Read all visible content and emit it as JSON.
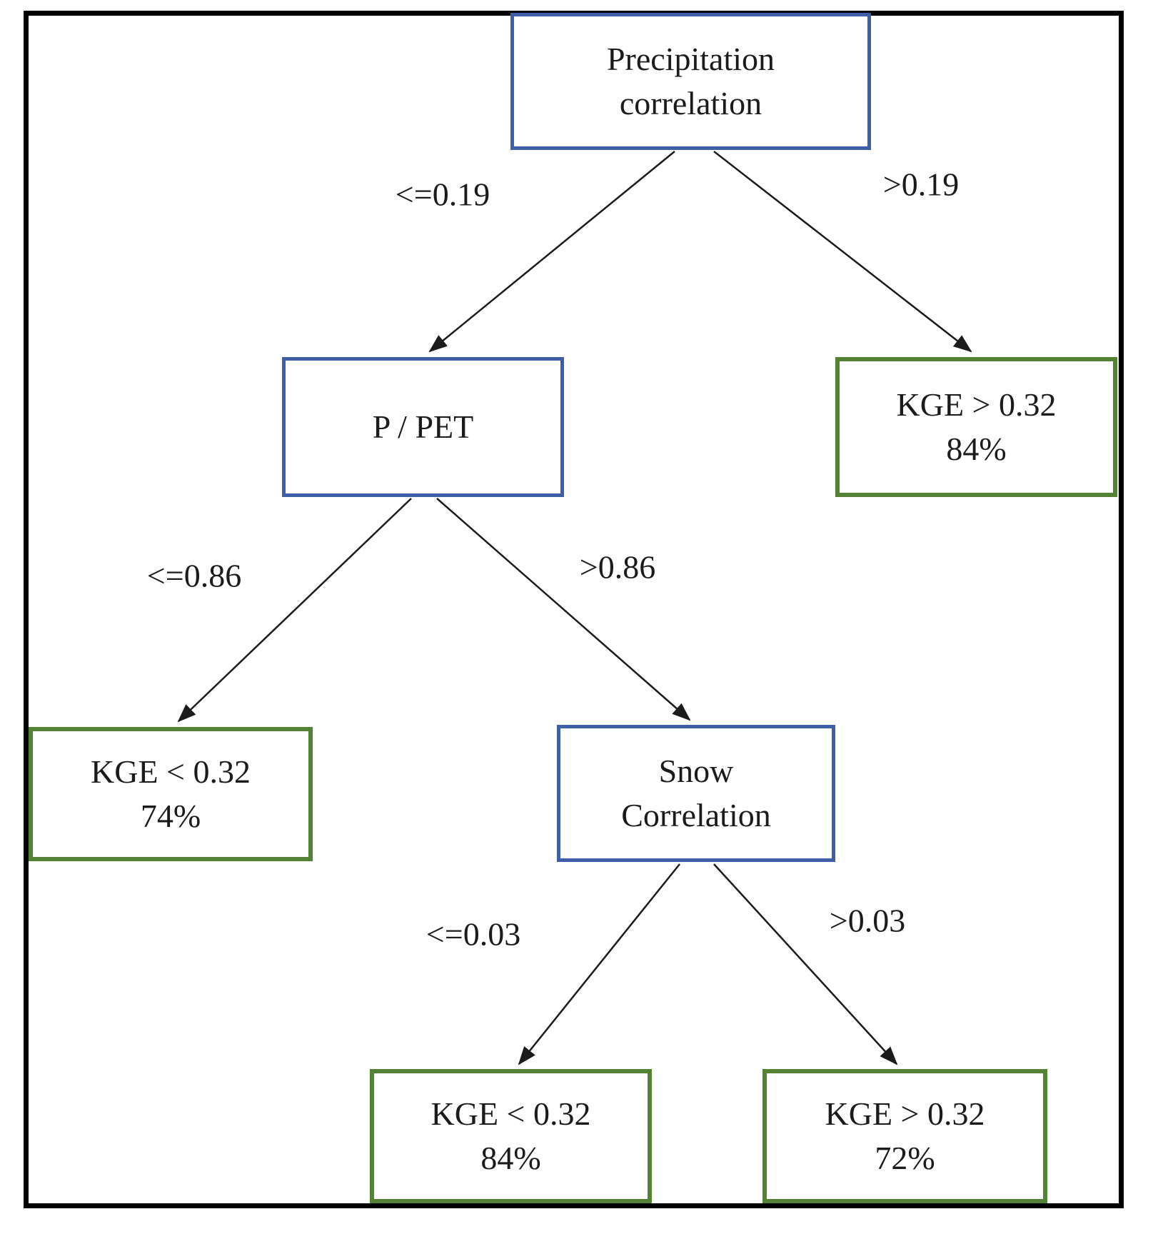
{
  "figure": {
    "type": "decision-tree-diagram",
    "background": "#ffffff",
    "frame_color": "#000000",
    "arrow_color": "#1b1b1b",
    "node_styles": {
      "decision_border_color": "#3e5fa8",
      "leaf_border_color": "#548235",
      "fill": "#ffffff",
      "text_color": "#1b1b1b"
    },
    "nodes": {
      "root": {
        "text": "Precipitation\ncorrelation",
        "kind": "decision"
      },
      "p_pet": {
        "text": "P / PET",
        "kind": "decision"
      },
      "kge_gt_032_84": {
        "text": "KGE > 0.32\n84%",
        "kind": "leaf"
      },
      "kge_lt_032_74": {
        "text": "KGE < 0.32\n74%",
        "kind": "leaf"
      },
      "snow": {
        "text": "Snow\nCorrelation",
        "kind": "decision"
      },
      "kge_lt_032_84": {
        "text": "KGE < 0.32\n84%",
        "kind": "leaf"
      },
      "kge_gt_032_72": {
        "text": "KGE > 0.32\n72%",
        "kind": "leaf"
      }
    },
    "edges": {
      "root_left": {
        "from": "root",
        "to": "p_pet",
        "label": "<=0.19"
      },
      "root_right": {
        "from": "root",
        "to": "kge_gt_032_84",
        "label": ">0.19"
      },
      "ppet_left": {
        "from": "p_pet",
        "to": "kge_lt_032_74",
        "label": "<=0.86"
      },
      "ppet_right": {
        "from": "p_pet",
        "to": "snow",
        "label": ">0.86"
      },
      "snow_left": {
        "from": "snow",
        "to": "kge_lt_032_84",
        "label": "<=0.03"
      },
      "snow_right": {
        "from": "snow",
        "to": "kge_gt_032_72",
        "label": ">0.03"
      }
    }
  }
}
